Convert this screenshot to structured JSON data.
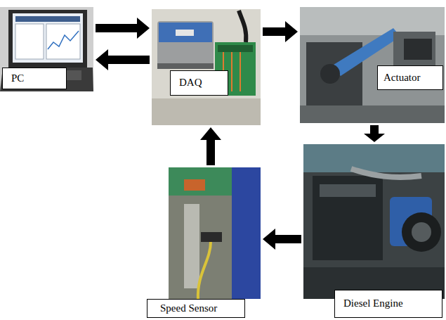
{
  "diagram": {
    "nodes": [
      {
        "text": [
          "PC"
        ]
      },
      {
        "text": [
          "DAQ"
        ]
      },
      {
        "text": [
          "Actuator"
        ]
      },
      {
        "text": [
          "Diesel Engine"
        ]
      },
      {
        "text": [
          "Speed Sensor"
        ]
      }
    ],
    "edges": [
      {
        "from": 0,
        "to": 1,
        "arrow": "to"
      },
      {
        "from": 1,
        "to": 0,
        "arrow": "to"
      },
      {
        "from": 1,
        "to": 2,
        "arrow": "to"
      },
      {
        "from": 2,
        "to": 3,
        "arrow": "to"
      },
      {
        "from": 3,
        "to": 4,
        "arrow": "to"
      },
      {
        "from": 4,
        "to": 1,
        "arrow": "to"
      }
    ]
  }
}
